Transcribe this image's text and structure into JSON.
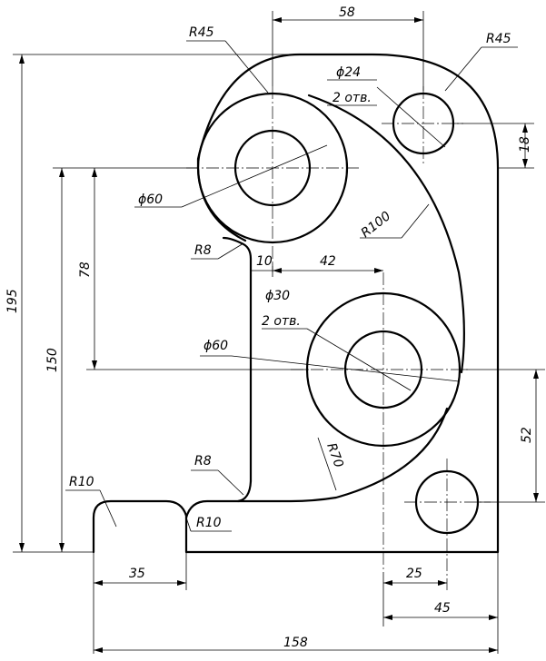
{
  "labels": {
    "top_width": "58",
    "r45_left": "R45",
    "r45_right": "R45",
    "hole_small_dia": "ϕ24",
    "hole_small_count": "2 отв.",
    "dim_18": "18",
    "dia60_top": "ϕ60",
    "r100": "R100",
    "r8_top": "R8",
    "dim_10": "10",
    "dim_42": "42",
    "dim_78": "78",
    "dim_195": "195",
    "dim_150": "150",
    "hole_mid_dia": "ϕ30",
    "hole_mid_count": "2 отв.",
    "dia60_mid": "ϕ60",
    "dim_52": "52",
    "r70": "R70",
    "r8_bottom": "R8",
    "r10_left": "R10",
    "r10_right": "R10",
    "dim_35": "35",
    "dim_25": "25",
    "dim_45": "45",
    "dim_158": "158"
  }
}
